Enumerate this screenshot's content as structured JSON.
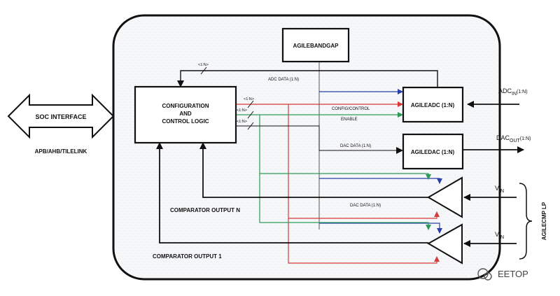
{
  "blocks": {
    "bandgap": "AGILEBANDGAP",
    "config_line1": "CONFIGURATION",
    "config_line2": "AND",
    "config_line3": "CONTROL LOGIC",
    "adc": "AGILEADC (1:N)",
    "dac": "AGILEDAC (1:N)",
    "soc": "SOC INTERFACE"
  },
  "labels": {
    "bus": "APB/AHB/TILELINK",
    "adc_data": "ADC DATA (1:N)",
    "config_control": "CONFIG/CONTROL",
    "enable": "ENABLE",
    "dac_data_upper": "DAC DATA (1:N)",
    "dac_data_lower": "DAC DATA (1:N)",
    "bus_width_adc": "<1:N>",
    "bus_width_1": "<1:N>",
    "bus_width_2": "<1:N>",
    "bus_width_3": "<1:N>",
    "comp_out_n": "COMPARATOR OUTPUT N",
    "comp_out_1": "COMPARATOR OUTPUT 1",
    "adc_in_main": "ADC",
    "adc_in_sub": "IN",
    "adc_in_suffix": "(1:N)",
    "dac_out_main": "DAC",
    "dac_out_sub": "OUT",
    "dac_out_suffix": "(1:N)",
    "vin_top_main": "V",
    "vin_top_sub": "IN",
    "vin_bottom_main": "V",
    "vin_bottom_sub": "IN",
    "group": "AGILECMP LP",
    "watermark": "EETOP"
  },
  "colors": {
    "blue": "#2b3fa8",
    "red": "#d63a3a",
    "green": "#2f9a58",
    "line": "#111111"
  }
}
